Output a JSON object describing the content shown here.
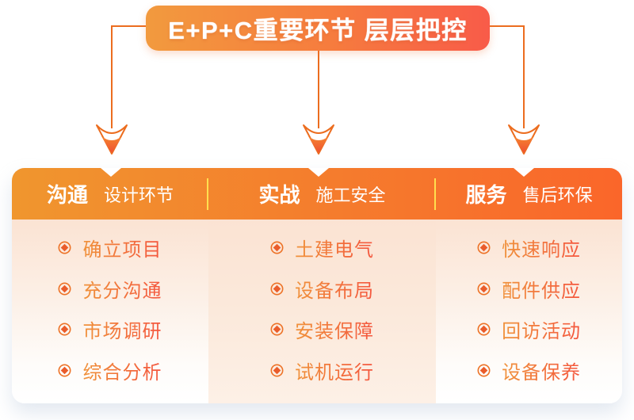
{
  "banner": {
    "title": "E+P+C重要环节 层层把控"
  },
  "columns": [
    {
      "tag": "沟通",
      "subtitle": "设计环节",
      "items": [
        "确立项目",
        "充分沟通",
        "市场调研",
        "综合分析"
      ]
    },
    {
      "tag": "实战",
      "subtitle": "施工安全",
      "items": [
        "土建电气",
        "设备布局",
        "安装保障",
        "试机运行"
      ]
    },
    {
      "tag": "服务",
      "subtitle": "售后环保",
      "items": [
        "快速响应",
        "配件供应",
        "回访活动",
        "设备保养"
      ]
    }
  ],
  "icons": {
    "arrow": "down-arrow-icon",
    "bullet": "diamond-target-bullet-icon"
  },
  "colors": {
    "banner_gradient_left": "#f29a3e",
    "banner_gradient_right": "#f85b49",
    "header_gradient_left": "#f0962e",
    "header_gradient_right": "#fa662a",
    "divider_yellow": "#ffdf4f",
    "connector_line": "#ec6d1f",
    "item_text_gradient_left": "#f0923a",
    "item_text_gradient_right": "#f4563e",
    "panel_peach": "#fbe3d3"
  }
}
